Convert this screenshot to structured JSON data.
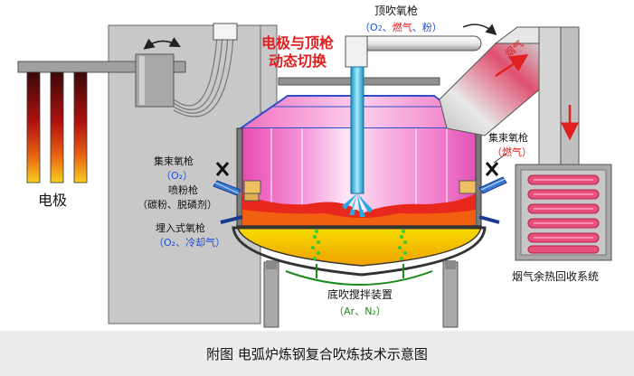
{
  "labels": {
    "electrode": "电极",
    "dynamic_switch_l1": "电极与顶枪",
    "dynamic_switch_l2": "动态切换",
    "top_lance": "顶吹氧枪",
    "top_lance_gas_open": "（O",
    "top_lance_gas_sub": "2",
    "top_lance_gas_sep": "、",
    "top_lance_gas_fuel": "燃气",
    "top_lance_gas_powder": "、粉）",
    "cluster_lance_left": "集束氧枪",
    "cluster_lance_left_gas": "（O₂）",
    "powder_lance": "喷粉枪",
    "powder_lance_detail": "（碳粉、脱磷剂）",
    "buried_lance": "埋入式氧枪",
    "buried_lance_detail": "（O₂、冷却气）",
    "cluster_lance_right": "集束氧枪",
    "cluster_lance_right_gas_open": "（",
    "cluster_lance_right_gas_fuel": "燃气",
    "cluster_lance_right_gas_close": "）",
    "flue_gas": "烟气",
    "heat_recovery": "烟气余热回收系统",
    "bottom_stirring": "底吹搅拌装置",
    "bottom_stirring_gas": "（Ar、N₂）"
  },
  "caption": "附图 电弧炉炼钢复合吹炼技术示意图",
  "colors": {
    "frame": "#c8c8c8",
    "pink_gas": "#f07ac8",
    "molten_red": "#e8281c",
    "molten_yellow": "#f8d000",
    "lance_cyan": "#38c8e8",
    "accent_red": "#e02020",
    "gas_blue": "#1a4fd6"
  }
}
